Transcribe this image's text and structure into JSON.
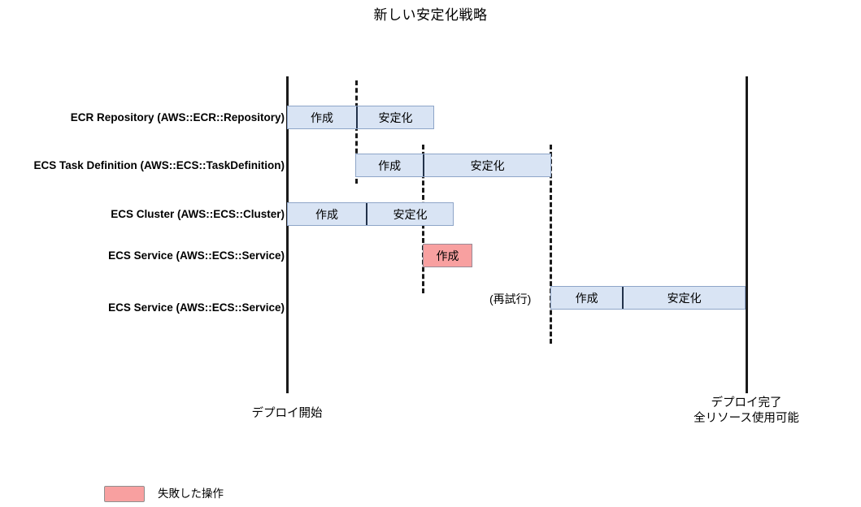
{
  "title": "新しい安定化戦略",
  "phases": {
    "create": "作成",
    "stabilize": "安定化",
    "retry": "(再試行)"
  },
  "rows": [
    {
      "label": "ECR Repository (AWS::ECR::Repository)",
      "status": "ok",
      "segments": [
        "作成",
        "安定化"
      ]
    },
    {
      "label": "ECS Task Definition (AWS::ECS::TaskDefinition)",
      "status": "ok",
      "segments": [
        "作成",
        "安定化"
      ]
    },
    {
      "label": "ECS Cluster (AWS::ECS::Cluster)",
      "status": "ok",
      "segments": [
        "作成",
        "安定化"
      ]
    },
    {
      "label": "ECS Service (AWS::ECS::Service)",
      "status": "fail",
      "segments": [
        "作成"
      ]
    },
    {
      "label": "ECS Service (AWS::ECS::Service)",
      "status": "ok",
      "note": "(再試行)",
      "segments": [
        "作成",
        "安定化"
      ]
    }
  ],
  "axis": {
    "start_caption": "デプロイ開始",
    "end_caption": "デプロイ完了\n全リソース使用可能"
  },
  "legend": {
    "failed_label": "失敗した操作",
    "failed_color": "#f8a0a0"
  },
  "colors": {
    "bar_ok_fill": "#d9e4f4",
    "bar_ok_border": "#8ea5c8",
    "bar_fail_fill": "#f8a0a0",
    "line": "#1a1a1a"
  },
  "chart_data": {
    "type": "bar",
    "title": "新しい安定化戦略",
    "xlabel": "",
    "ylabel": "",
    "orientation": "horizontal-gantt",
    "categories": [
      "ECR Repository (AWS::ECR::Repository)",
      "ECS Task Definition (AWS::ECS::TaskDefinition)",
      "ECS Cluster (AWS::ECS::Cluster)",
      "ECS Service (AWS::ECS::Service)",
      "ECS Service (AWS::ECS::Service)"
    ],
    "series": [
      {
        "name": "作成",
        "values": [
          {
            "start": 0,
            "end": 1.5
          },
          {
            "start": 1.5,
            "end": 3.0
          },
          {
            "start": 0,
            "end": 1.7
          },
          {
            "start": 3.0,
            "end": 4.1
          },
          {
            "start": 5.8,
            "end": 7.3
          }
        ]
      },
      {
        "name": "安定化",
        "values": [
          {
            "start": 1.5,
            "end": 3.2
          },
          {
            "start": 3.0,
            "end": 5.8
          },
          {
            "start": 1.7,
            "end": 3.6
          },
          null,
          {
            "start": 7.3,
            "end": 10.0
          }
        ]
      }
    ],
    "statuses": [
      "ok",
      "ok",
      "ok",
      "fail",
      "ok"
    ],
    "annotations": [
      "",
      "",
      "",
      "",
      "(再試行)"
    ],
    "axis_markers": [
      "デプロイ開始",
      "デプロイ完了 全リソース使用可能"
    ],
    "legend": [
      "失敗した操作"
    ],
    "legend_position": "bottom-left",
    "grid": false
  }
}
